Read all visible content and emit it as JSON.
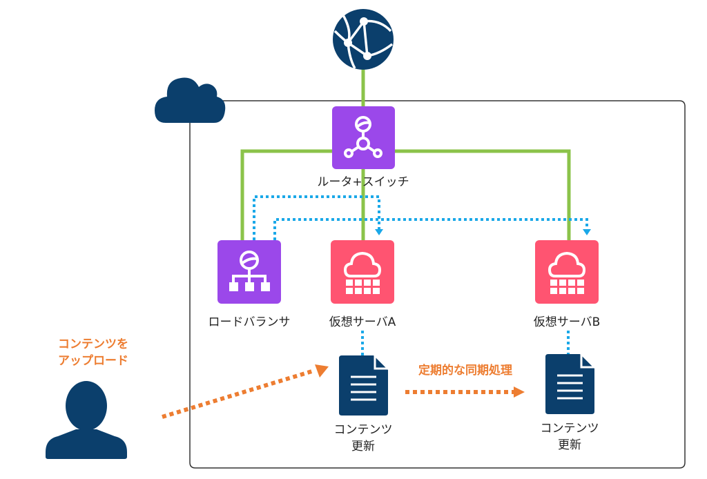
{
  "colors": {
    "navy": "#0B3F6C",
    "purple": "#9B48EA",
    "pink": "#FF5471",
    "green": "#8BC34A",
    "blue_dotted": "#1AA8E8",
    "orange": "#ED7D31",
    "frame": "#333333"
  },
  "nodes": {
    "internet": {
      "icon": "globe-network-icon"
    },
    "cloud": {
      "icon": "cloud-icon"
    },
    "router_switch": {
      "label": "ルータ+スイッチ",
      "icon": "router-icon"
    },
    "load_balancer": {
      "label": "ロードバランサ",
      "icon": "load-balancer-icon"
    },
    "server_a": {
      "label": "仮想サーバA",
      "icon": "virtual-server-icon"
    },
    "server_b": {
      "label": "仮想サーバB",
      "icon": "virtual-server-icon"
    },
    "content_a": {
      "label_line1": "コンテンツ",
      "label_line2": "更新",
      "icon": "document-icon"
    },
    "content_b": {
      "label_line1": "コンテンツ",
      "label_line2": "更新",
      "icon": "document-icon"
    },
    "user": {
      "label_line1": "コンテンツを",
      "label_line2": "アップロード",
      "icon": "user-icon"
    }
  },
  "annotations": {
    "sync": "定期的な同期処理"
  }
}
